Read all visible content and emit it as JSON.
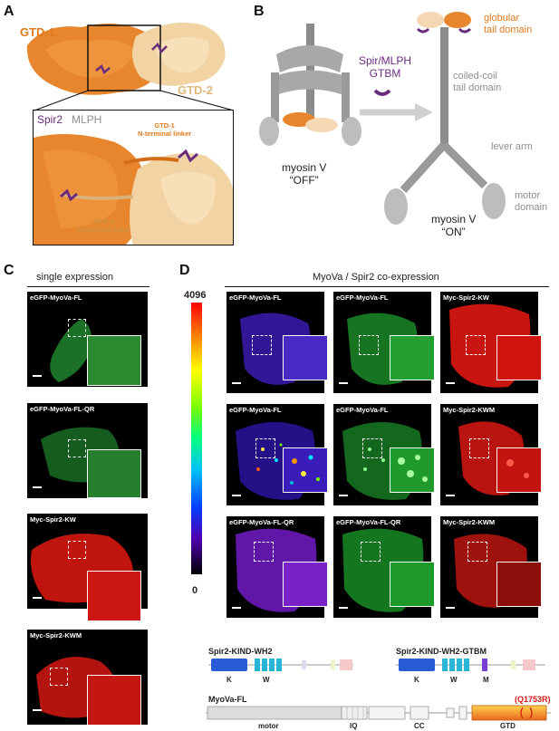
{
  "panels": {
    "a": "A",
    "b": "B",
    "c": "C",
    "d": "D"
  },
  "panel_a": {
    "gtd1": "GTD-1",
    "gtd2": "GTD-2",
    "spir2": "Spir2",
    "mlph": "MLPH",
    "gtd1_linker_line1": "GTD-1",
    "gtd1_linker_line2": "N-terminal linker",
    "gtd2_linker_line1": "GTD-2",
    "gtd2_linker_line2": "N-terminal linker"
  },
  "panel_b": {
    "globular_line1": "globular",
    "globular_line2": "tail domain",
    "gtbm_line1": "Spir/MLPH",
    "gtbm_line2": "GTBM",
    "coiled_line1": "coiled-coil",
    "coiled_line2": "tail domain",
    "lever": "lever arm",
    "motor_line1": "motor",
    "motor_line2": "domain",
    "off_line1": "myosin V",
    "off_line2": "“OFF”",
    "on_line1": "myosin V",
    "on_line2": "“ON”"
  },
  "panel_c": {
    "header": "single expression",
    "tiles": [
      "eGFP-MyoVa-FL",
      "eGFP-MyoVa-FL-QR",
      "Myc-Spir2-KW",
      "Myc-Spir2-KWM"
    ]
  },
  "panel_d": {
    "header": "MyoVa / Spir2 co-expression",
    "scale_max": "4096",
    "scale_min": "0",
    "rows": [
      [
        "eGFP-MyoVa-FL",
        "eGFP-MyoVa-FL",
        "Myc-Spir2-KW"
      ],
      [
        "eGFP-MyoVa-FL",
        "eGFP-MyoVa-FL",
        "Myc-Spir2-KWM"
      ],
      [
        "eGFP-MyoVa-FL-QR",
        "eGFP-MyoVa-FL-QR",
        "Myc-Spir2-KWM"
      ]
    ]
  },
  "constructs": {
    "kw_title": "Spir2-KIND-WH2",
    "kwm_title": "Spir2-KIND-WH2-GTBM",
    "k": "K",
    "w": "W",
    "m": "M",
    "myova_title": "MyoVa-FL",
    "motor": "motor",
    "iq": "IQ",
    "cc": "CC",
    "gtd": "GTD",
    "mutation": "(Q1753R)"
  },
  "colors": {
    "gfp": "#17b02a",
    "red": "#d81a14",
    "purple": "#6b2c7e",
    "orange": "#e07a1e",
    "tan": "#f2d3a4"
  }
}
